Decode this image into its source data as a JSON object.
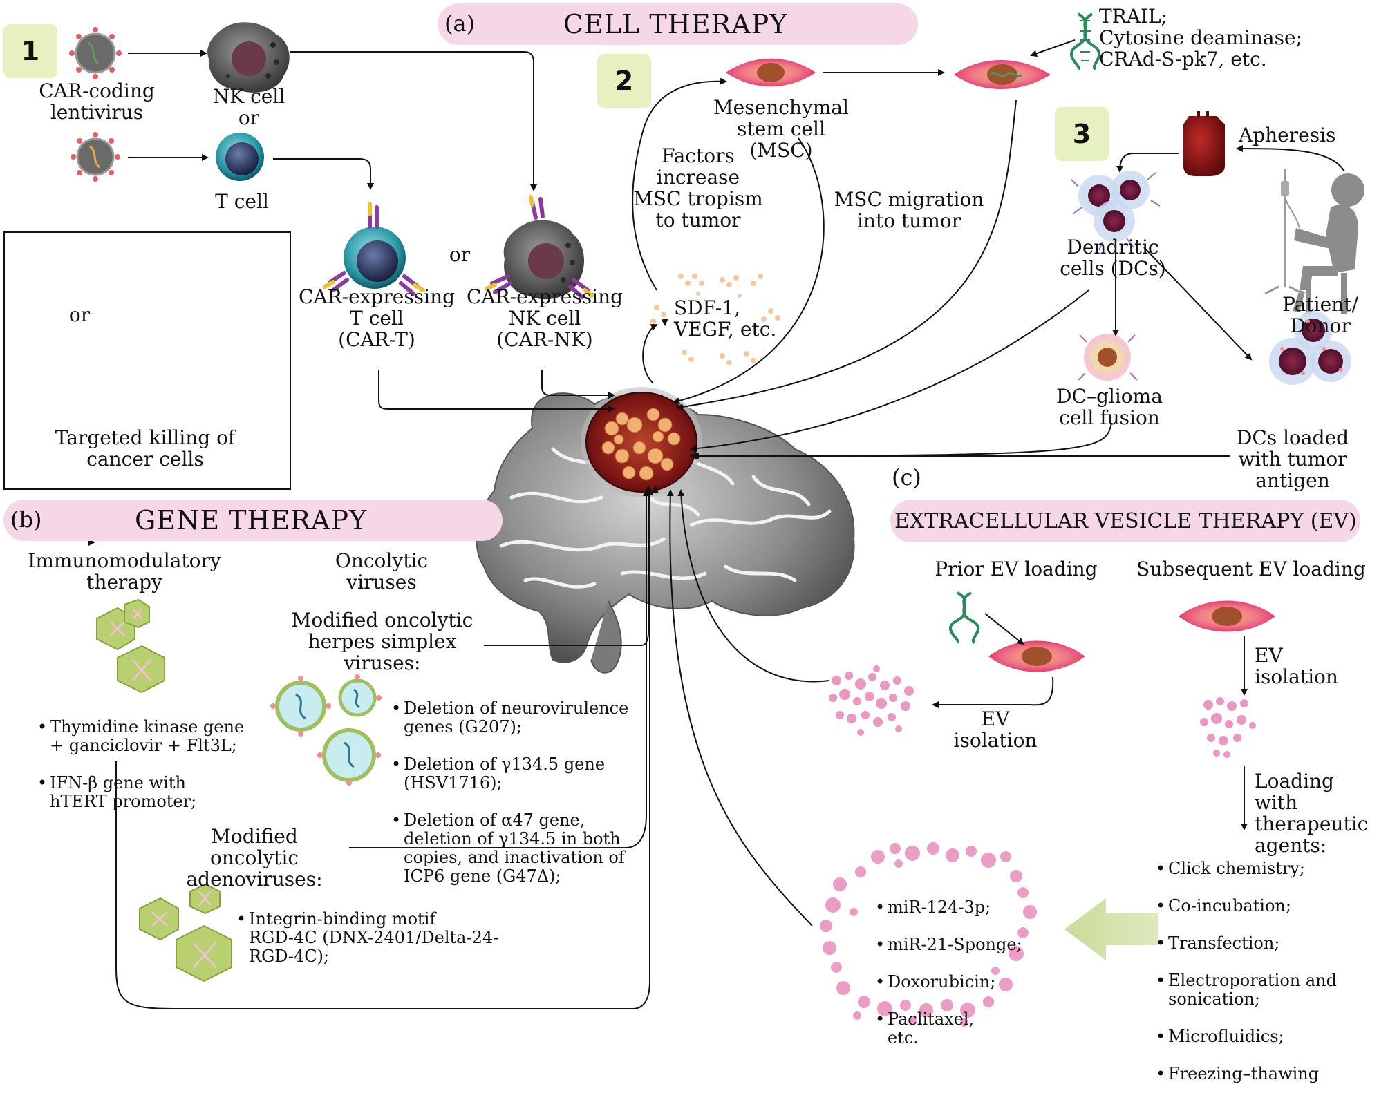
{
  "sections": {
    "cell": {
      "tag": "(a)",
      "title": "CELL THERAPY"
    },
    "gene": {
      "tag": "(b)",
      "title": "GENE THERAPY"
    },
    "ev": {
      "tag": "(c)",
      "title": "EXTRACELLULAR VESICLE THERAPY (EV)"
    }
  },
  "steps": {
    "one": "1",
    "two": "2",
    "three": "3"
  },
  "car": {
    "lentivirus": "CAR-coding\nlentivirus",
    "nk_cell": "NK cell\nor",
    "t_cell": "T cell",
    "car_t": "CAR-expressing\nT cell\n(CAR-T)",
    "or_middle": "or",
    "car_nk": "CAR-expressing\nNK cell\n(CAR-NK)",
    "killing_or": "or",
    "killing": "Targeted killing of\ncancer cells"
  },
  "msc": {
    "msc_label": "Mesenchymal\nstem cell (MSC)",
    "factors": "Factors\nincrease\nMSC tropism\nto tumor",
    "migration": "MSC migration\ninto tumor",
    "sdf": "SDF-1,\nVEGF, etc.",
    "payload": "TRAIL;\nCytosine deaminase;\nCRAd-S-pk7, etc."
  },
  "dc": {
    "apheresis": "Apheresis",
    "dendritic": "Dendritic\ncells (DCs)",
    "patient": "Patient/\nDonor",
    "fusion": "DC–glioma\ncell fusion",
    "loaded": "DCs loaded\nwith tumor\nantigen"
  },
  "gene": {
    "immuno_title": "Immunomodulatory\ntherapy",
    "immuno_items": [
      "Thymidine kinase gene\n+ ganciclovir + Flt3L;",
      "IFN-β gene with\nhTERT promoter;"
    ],
    "onco_title": "Oncolytic\nviruses",
    "herpes_title": "Modified oncolytic\nherpes simplex\nviruses:",
    "herpes_items": [
      "Deletion of neurovirulence\ngenes (G207);",
      "Deletion of γ134.5 gene\n(HSV1716);",
      "Deletion of α47 gene,\ndeletion of γ134.5 in both\ncopies, and inactivation of\nICP6 gene (G47Δ);"
    ],
    "adeno_title": "Modified oncolytic\nadenoviruses:",
    "adeno_items": [
      "Integrin-binding motif\nRGD-4C (DNX-2401/Delta-24-\nRGD-4C);"
    ]
  },
  "ev": {
    "prior": "Prior EV loading",
    "subsequent": "Subsequent EV loading",
    "ev_isolation_left": "EV\nisolation",
    "ev_isolation_right": "EV\nisolation",
    "loading": "Loading with\ntherapeutic\nagents:",
    "methods": [
      "Click chemistry;",
      "Co-incubation;",
      "Transfection;",
      "Electroporation and\nsonication;",
      "Microfluidics;",
      "Freezing–thawing"
    ],
    "cargo": [
      "miR-124-3p;",
      "miR-21-Sponge;",
      "Doxorubicin;",
      "Paclitaxel,\netc."
    ]
  },
  "colors": {
    "banner": "#f5d7e6",
    "numbox": "#e6f0c0",
    "msc": "#ee5a80",
    "ev": "#e88cbc",
    "tumor": "#8a1e1e"
  }
}
